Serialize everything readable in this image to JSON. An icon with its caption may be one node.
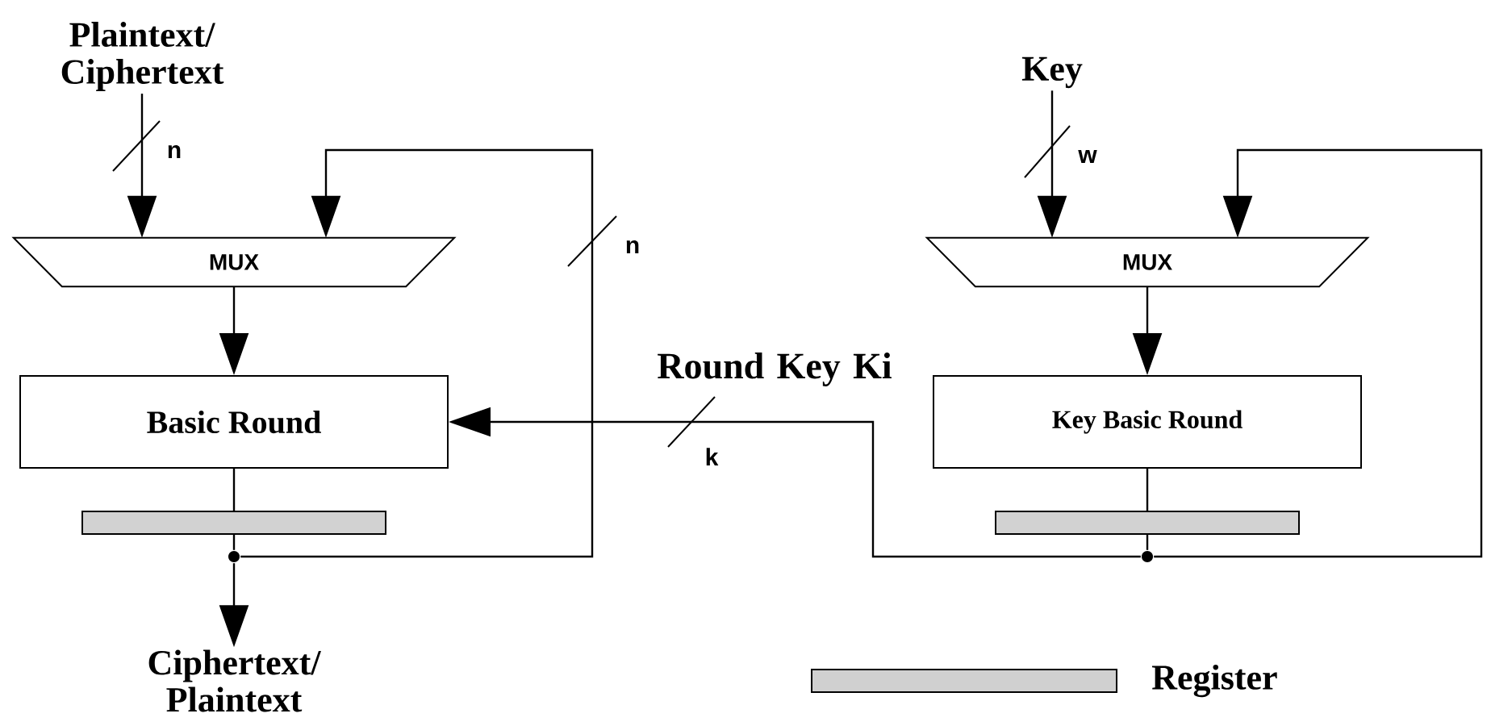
{
  "diagram": {
    "nodes": [
      {
        "text": [
          "Plaintext/ Ciphertext"
        ]
      },
      {
        "text": [
          "MUX"
        ]
      },
      {
        "text": [
          "Basic Round"
        ]
      },
      {
        "text": [],
        "shape": "bar"
      },
      {
        "text": [],
        "shape": "circle"
      },
      {
        "text": [
          "Ciphertext/ Plaintext"
        ]
      },
      {
        "text": [
          "Key"
        ]
      },
      {
        "text": [
          "MUX"
        ]
      },
      {
        "text": [
          "Key Basic Round"
        ]
      },
      {
        "text": [],
        "shape": "bar"
      },
      {
        "text": [],
        "shape": "circle"
      }
    ],
    "edges": [
      {
        "from": 0,
        "to": 1,
        "arrow": "to",
        "label": "n"
      },
      {
        "from": 1,
        "to": 2,
        "arrow": "to"
      },
      {
        "from": 2,
        "to": 3,
        "arrow": "none"
      },
      {
        "from": 3,
        "to": 4,
        "arrow": "none"
      },
      {
        "from": 4,
        "to": 5,
        "arrow": "to"
      },
      {
        "from": 4,
        "to": 1,
        "arrow": "to",
        "label": "n"
      },
      {
        "from": 6,
        "to": 7,
        "arrow": "to",
        "label": "w"
      },
      {
        "from": 7,
        "to": 8,
        "arrow": "to"
      },
      {
        "from": 8,
        "to": 9,
        "arrow": "none"
      },
      {
        "from": 9,
        "to": 10,
        "arrow": "none"
      },
      {
        "from": 10,
        "to": 2,
        "arrow": "to",
        "label": "k"
      },
      {
        "from": 10,
        "to": 7,
        "arrow": "to"
      }
    ],
    "labels": [
      "Round Key Ki"
    ],
    "legend": [
      {
        "text": "Register",
        "color": "#d0d0d0"
      }
    ]
  }
}
